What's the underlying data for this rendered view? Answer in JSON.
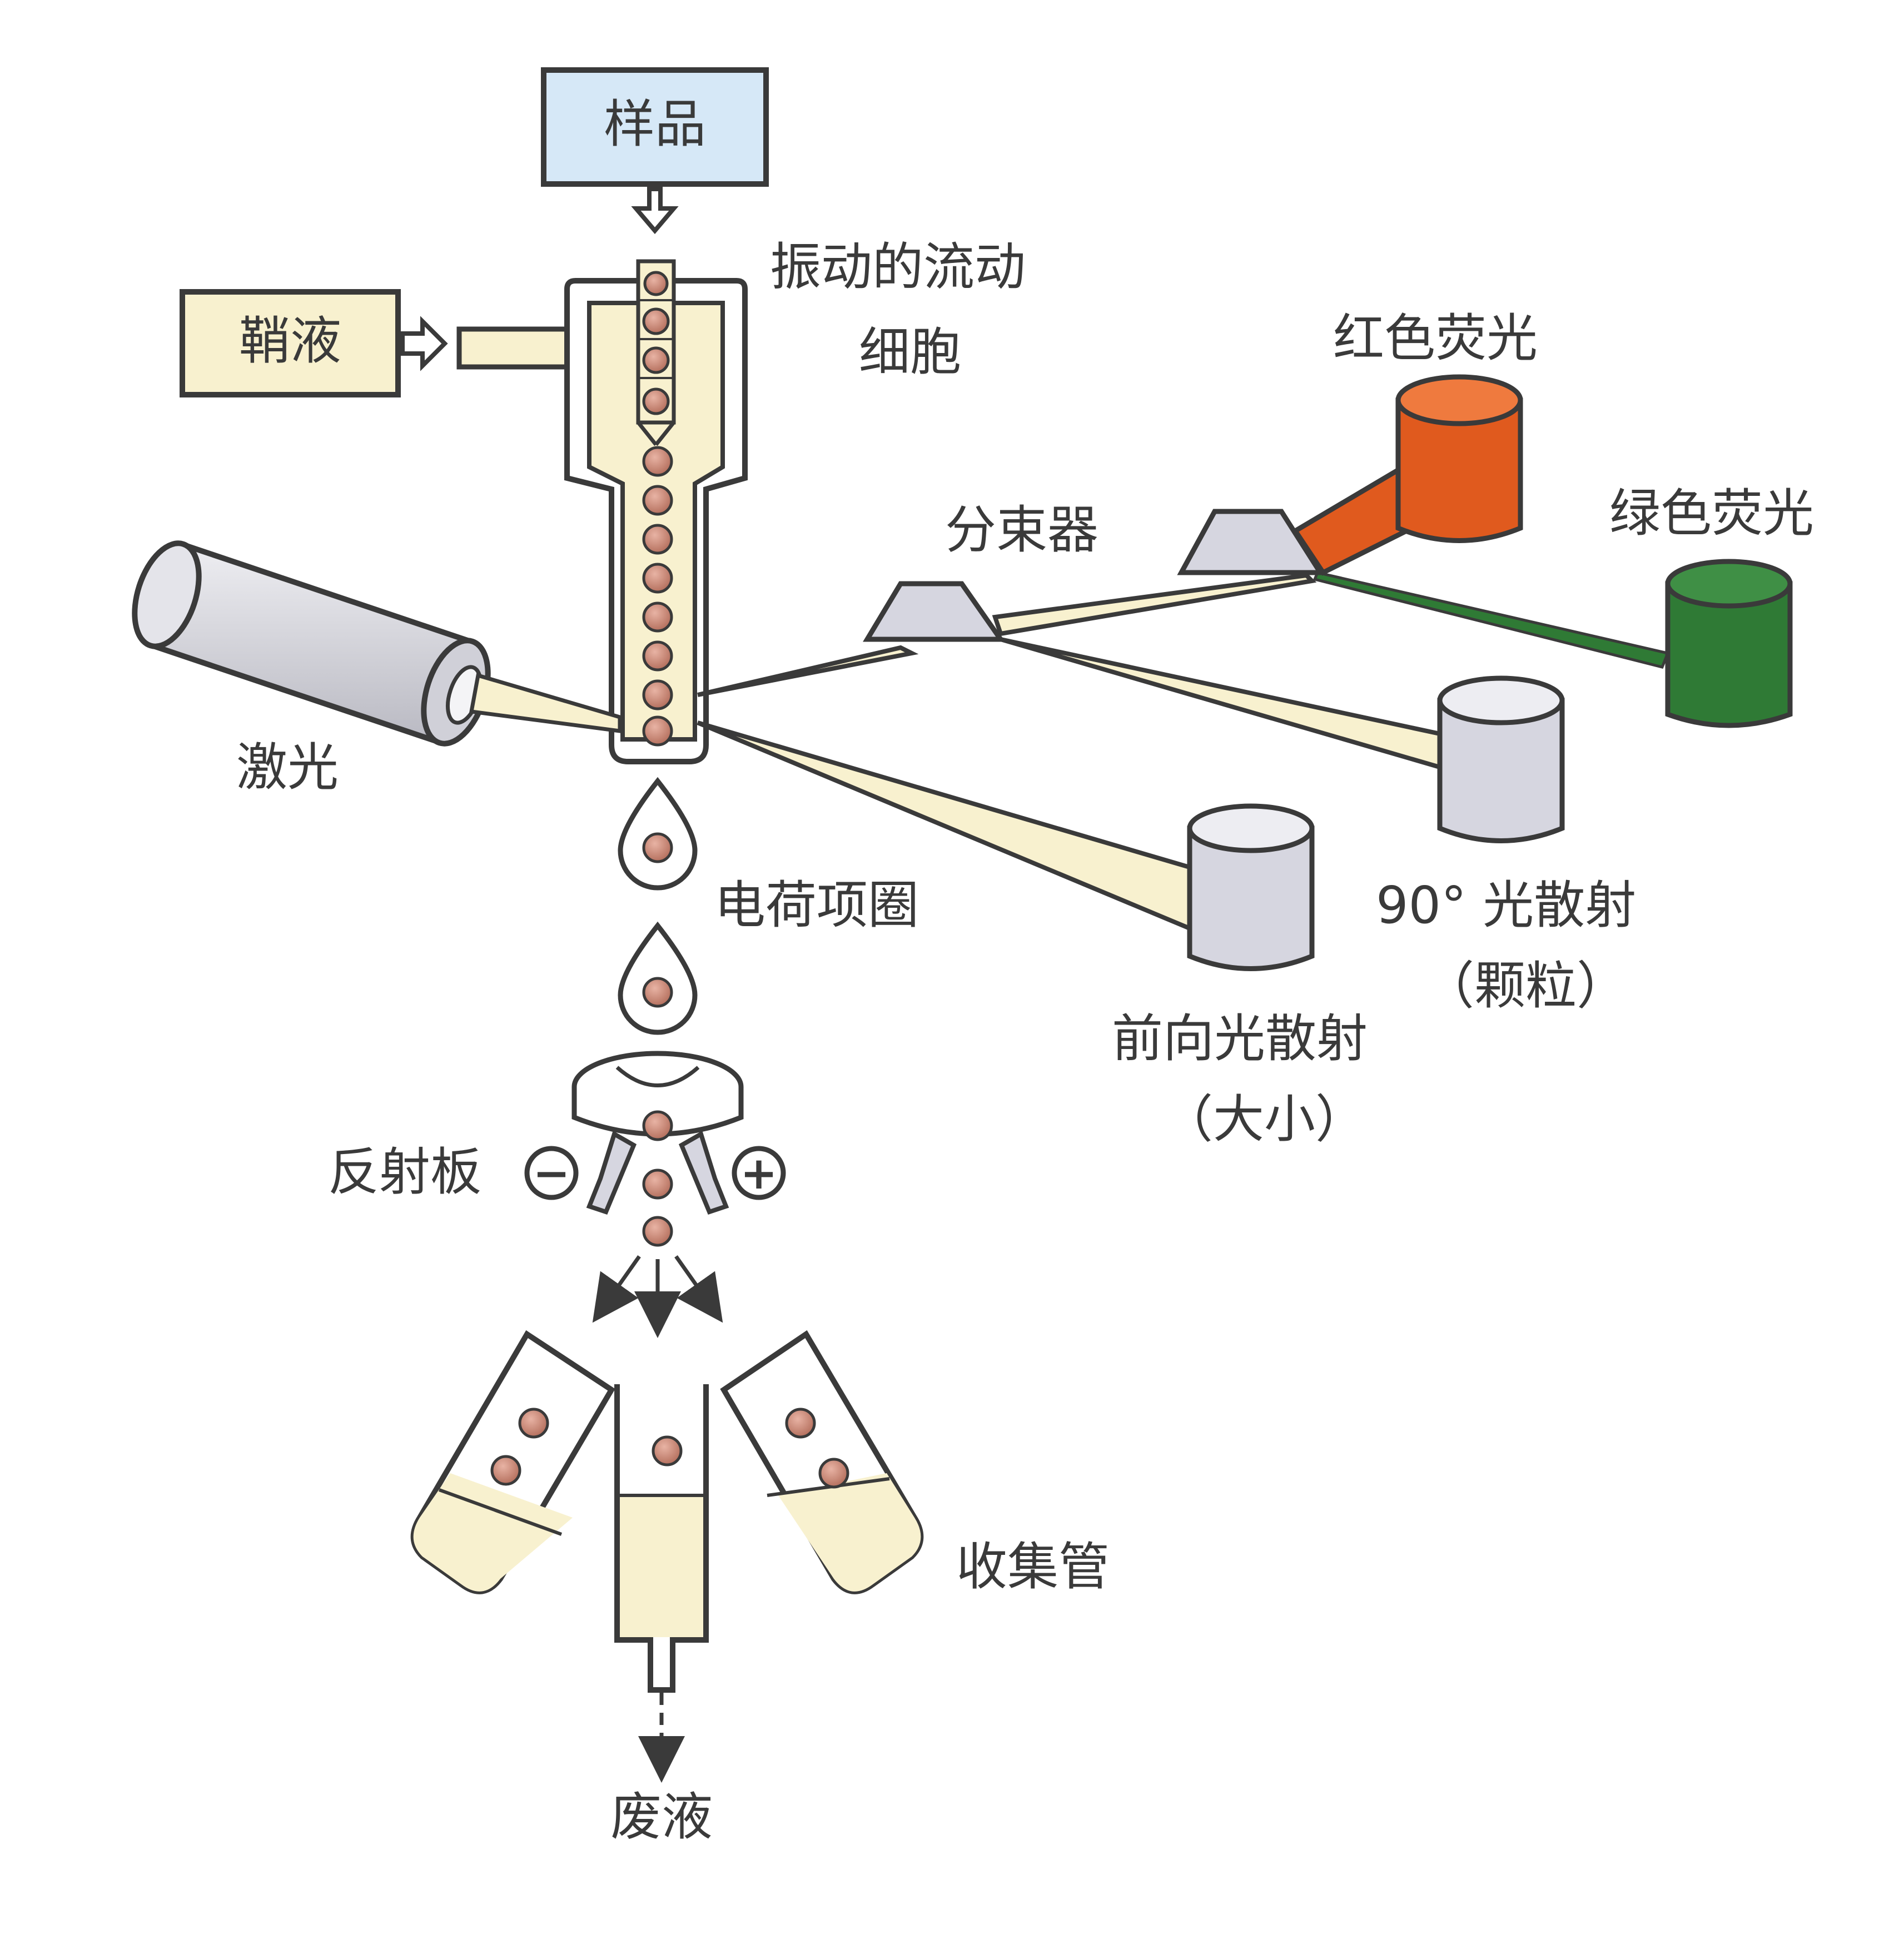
{
  "labels": {
    "sample": "样品",
    "sheath_fluid": "鞘液",
    "vibrating_flow_line1": "振动的流动",
    "vibrating_flow_line2": "细胞",
    "beam_splitter": "分束器",
    "red_fluorescence": "红色荧光",
    "green_fluorescence": "绿色荧光",
    "laser": "激光",
    "side_scatter_line1": "90° 光散射",
    "side_scatter_line2": "（颗粒）",
    "forward_scatter_line1": "前向光散射",
    "forward_scatter_line2": "（大小）",
    "charge_ring": "电荷项圈",
    "deflector_plate": "反射板",
    "collection_tubes": "收集管",
    "waste": "废液",
    "minus": "−",
    "plus": "+"
  },
  "colors": {
    "outline": "#3a3a3a",
    "sample_box": "#d6e8f7",
    "cream": "#f8f1cf",
    "cell": "#c98a7a",
    "laser_body": "#d9d9de",
    "red_detector": "#e05a1e",
    "green_detector": "#2f7a35",
    "grey_detector": "#d6d6e0"
  }
}
